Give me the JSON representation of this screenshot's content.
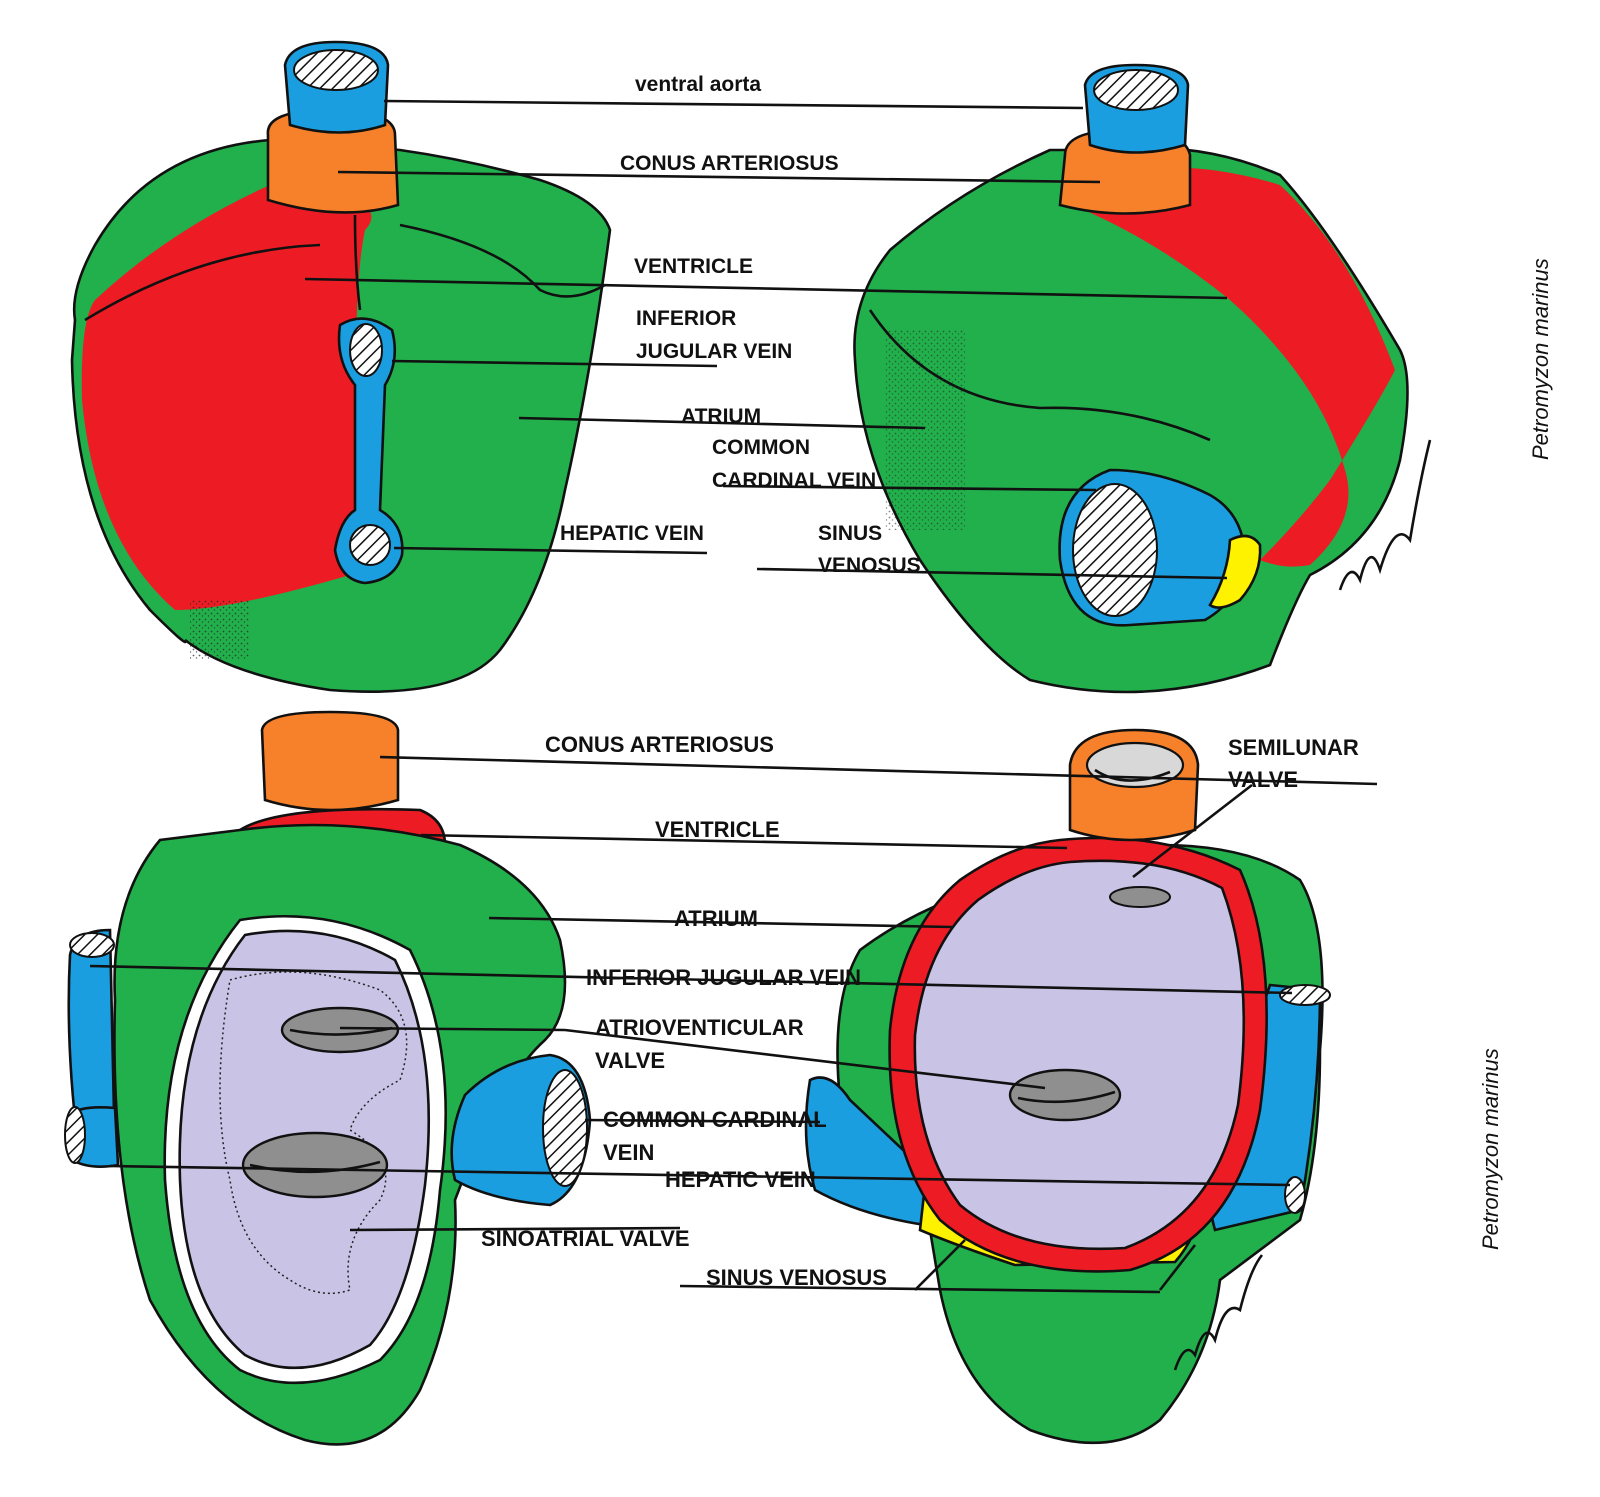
{
  "colors": {
    "atrium": "#21b04b",
    "ventricle": "#ed1c24",
    "conus": "#f7812a",
    "veins": "#1a9ee0",
    "sinus": "#fff200",
    "lumen": "#c9c4e6",
    "valve": "#8f8f8f"
  },
  "labels": {
    "ventral_aorta": "ventral aorta",
    "conus_1": "CONUS ARTERIOSUS",
    "ventricle_1": "VENTRICLE",
    "inf_jug_1a": "INFERIOR",
    "inf_jug_1b": "JUGULAR VEIN",
    "atrium_1": "ATRIUM",
    "ccv_1a": "COMMON",
    "ccv_1b": "CARDINAL VEIN",
    "hepatic_1": "HEPATIC VEIN",
    "sinus_1a": "SINUS",
    "sinus_1b": "VENOSUS",
    "conus_2": "CONUS ARTERIOSUS",
    "semilunar_a": "SEMILUNAR",
    "semilunar_b": "VALVE",
    "ventricle_2": "VENTRICLE",
    "atrium_2": "ATRIUM",
    "inf_jug_2": "INFERIOR JUGULAR VEIN",
    "av_valve_a": "ATRIOVENTICULAR",
    "av_valve_b": "VALVE",
    "ccv_2a": "COMMON CARDINAL",
    "ccv_2b": "VEIN",
    "hepatic_2": "HEPATIC VEIN",
    "sa_valve": "SINOATRIAL VALVE",
    "sinus_2": "SINUS VENOSUS"
  },
  "species": [
    "Petromyzon marinus",
    "Petromyzon marinus"
  ]
}
